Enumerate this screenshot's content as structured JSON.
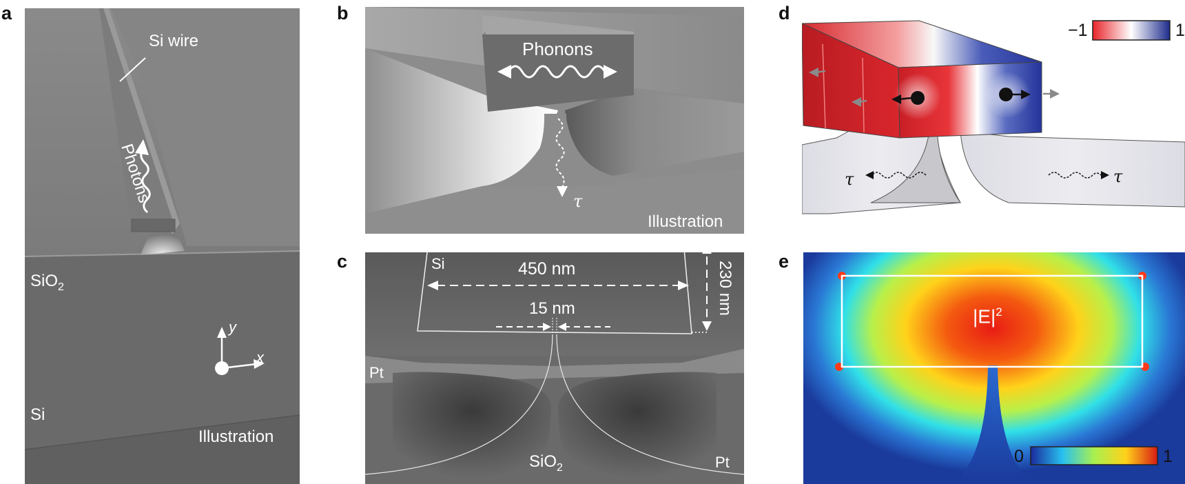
{
  "panel_labels": {
    "a": "a",
    "b": "b",
    "c": "c",
    "d": "d",
    "e": "e"
  },
  "panel_a": {
    "si_wire": "Si wire",
    "photons": "Photons",
    "sio2_base": "SiO",
    "sio2_sub": "2",
    "axis_y": "y",
    "axis_x": "x",
    "si": "Si",
    "illustration": "Illustration"
  },
  "panel_b": {
    "phonons": "Phonons",
    "tau": "τ",
    "illustration": "Illustration"
  },
  "panel_c": {
    "si": "Si",
    "width": "450 nm",
    "height": "230 nm",
    "neck": "15 nm",
    "pt_left": "Pt",
    "pt_right": "Pt",
    "sio2_base": "SiO",
    "sio2_sub": "2"
  },
  "panel_d": {
    "colorbar_min": "−1",
    "colorbar_max": "1",
    "tau_left": "τ",
    "tau_right": "τ"
  },
  "panel_e": {
    "field_base": "|E|",
    "field_sup": "2",
    "colorbar_min": "0",
    "colorbar_max": "1"
  },
  "colors": {
    "gray_dark": "#5f5f5f",
    "gray_mid": "#808080",
    "gray_light": "#b8b8b8",
    "red": "#d9232a",
    "blue": "#1f2e8c",
    "field_bg": "#1a3a9c"
  }
}
